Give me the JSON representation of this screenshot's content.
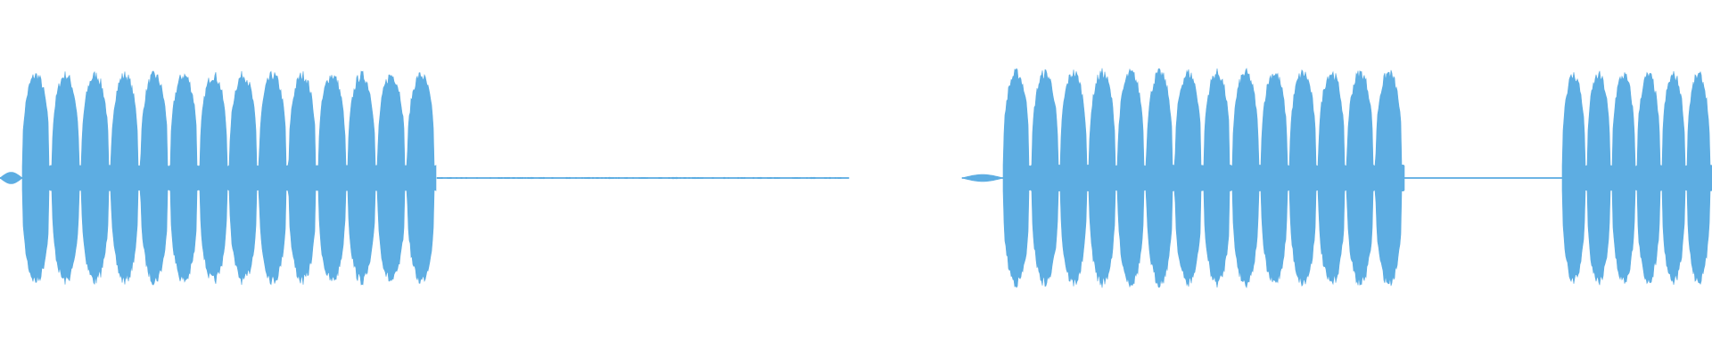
{
  "waveform": {
    "color": "#5DADE2",
    "background": "#FFFFFF",
    "segments": [
      {
        "kind": "blip",
        "from_ms": 0,
        "to_ms": 25,
        "level": 0.05
      },
      {
        "kind": "bursts",
        "from_ms": 25,
        "to_ms": 490,
        "count": 14,
        "level": 0.93
      },
      {
        "kind": "silence",
        "from_ms": 490,
        "to_ms": 952,
        "level": 0.006
      },
      {
        "kind": "gap",
        "from_ms": 952,
        "to_ms": 1079,
        "level": 0
      },
      {
        "kind": "blip",
        "from_ms": 1079,
        "to_ms": 1125,
        "level": 0.03
      },
      {
        "kind": "bursts",
        "from_ms": 1125,
        "to_ms": 1575,
        "count": 14,
        "level": 0.95
      },
      {
        "kind": "silence",
        "from_ms": 1575,
        "to_ms": 1752,
        "level": 0.005
      },
      {
        "kind": "bursts",
        "from_ms": 1752,
        "to_ms": 1920,
        "count": 6,
        "level": 0.93
      }
    ]
  }
}
